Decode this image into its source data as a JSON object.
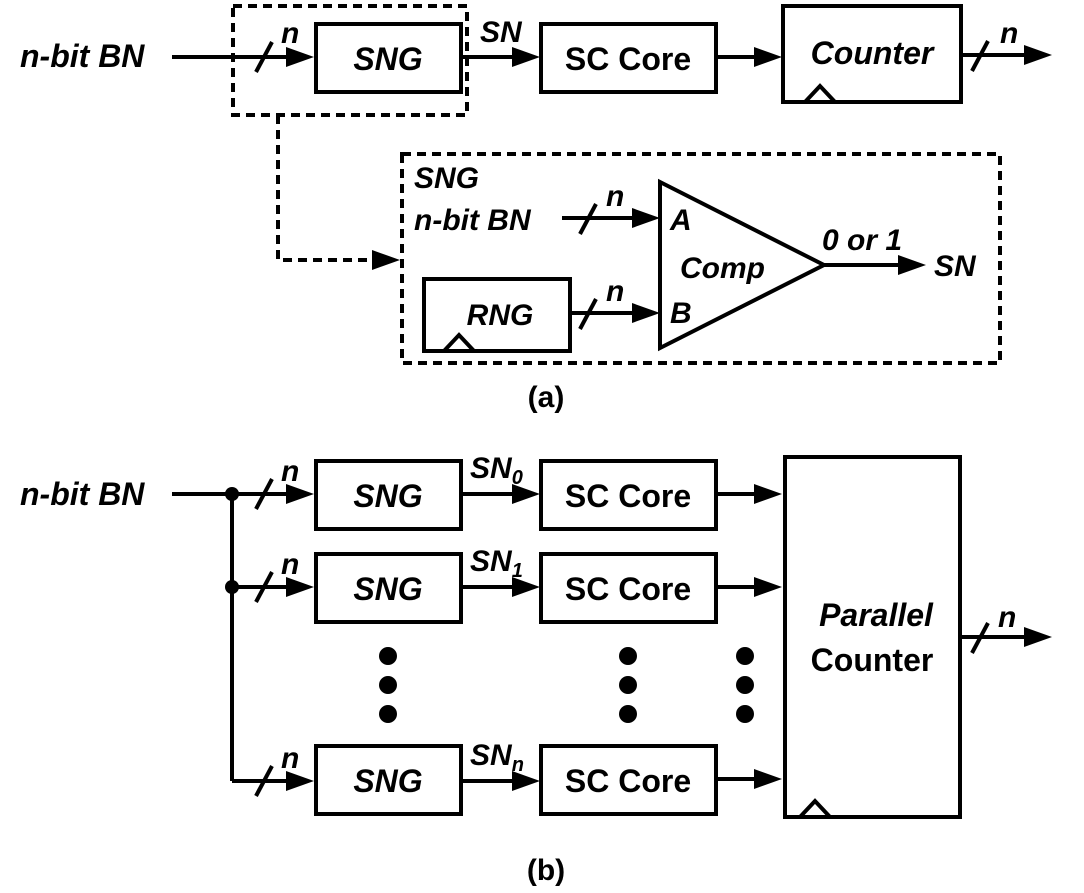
{
  "figure_a": {
    "input_label": "n-bit BN",
    "bus_label": "n",
    "sng_label": "SNG",
    "sn_label": "SN",
    "sc_core_label": "SC Core",
    "counter_label": "Counter",
    "output_bus_label": "n",
    "detail": {
      "title": "SNG",
      "input_label": "n-bit BN",
      "bus_a_label": "n",
      "port_a": "A",
      "port_b": "B",
      "comp_label": "Comp",
      "rng_label": "RNG",
      "bus_b_label": "n",
      "output_value": "0 or 1",
      "output_label": "SN"
    },
    "caption": "(a)"
  },
  "figure_b": {
    "input_label": "n-bit BN",
    "rows": [
      {
        "bus": "n",
        "sng": "SNG",
        "sn_base": "SN",
        "sn_sub": "0",
        "core": "SC Core"
      },
      {
        "bus": "n",
        "sng": "SNG",
        "sn_base": "SN",
        "sn_sub": "1",
        "core": "SC Core"
      },
      {
        "bus": "n",
        "sng": "SNG",
        "sn_base": "SN",
        "sn_sub": "n",
        "core": "SC Core"
      }
    ],
    "counter_line1": "Parallel",
    "counter_line2": "Counter",
    "output_bus_label": "n",
    "caption": "(b)"
  }
}
